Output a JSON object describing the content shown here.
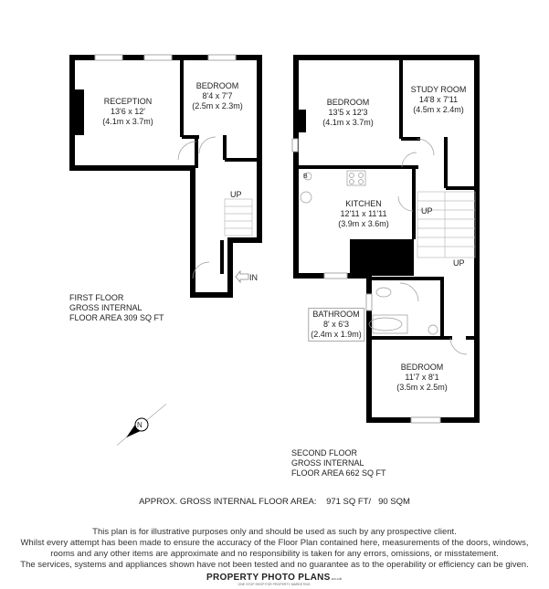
{
  "rooms": {
    "reception": {
      "name": "RECEPTION",
      "imperial": "13'6 x 12'",
      "metric": "(4.1m x 3.7m)"
    },
    "bedroom1": {
      "name": "BEDROOM",
      "imperial": "8'4 x 7'7",
      "metric": "(2.5m x 2.3m)"
    },
    "bedroom2": {
      "name": "BEDROOM",
      "imperial": "13'5 x 12'3",
      "metric": "(4.1m x 3.7m)"
    },
    "study": {
      "name": "STUDY ROOM",
      "imperial": "14'8 x 7'11",
      "metric": "(4.5m x 2.4m)"
    },
    "kitchen": {
      "name": "KITCHEN",
      "imperial": "12'11 x 11'11",
      "metric": "(3.9m x 3.6m)"
    },
    "bathroom": {
      "name": "BATHROOM",
      "imperial": "8' x 6'3",
      "metric": "(2.4m x 1.9m)"
    },
    "bedroom3": {
      "name": "BEDROOM",
      "imperial": "11'7 x 8'1",
      "metric": "(3.5m x 2.5m)"
    }
  },
  "markers": {
    "up": "UP",
    "in": "IN",
    "boiler": "B",
    "compass": "N"
  },
  "first_floor": {
    "line1": "FIRST FLOOR",
    "line2": "GROSS INTERNAL",
    "line3": "FLOOR AREA 309 SQ FT"
  },
  "second_floor": {
    "line1": "SECOND FLOOR",
    "line2": "GROSS INTERNAL",
    "line3": "FLOOR AREA 662 SQ FT"
  },
  "total_area": "APPROX. GROSS INTERNAL FLOOR AREA:    971 SQ FT/   90 SQM",
  "disclaimer": [
    "This plan is for illustrative purposes only and should be used as such by any prospective client.",
    "Whilst every attempt has been made to ensure the accuracy of the Floor Plan contained here, measurements of the doors, windows,",
    "rooms and any other items are approximate and no responsibility is taken for any errors, omissions, or misstatement.",
    "The services, systems and appliances shown have not been tested and no guarantee as to the operability or efficiency can be given."
  ],
  "logo": {
    "text": "PROPERTY PHOTO PLANS",
    "suffix": ".co.uk",
    "tagline": "ONE STOP SHOP FOR PROPERTY MARKETING"
  }
}
